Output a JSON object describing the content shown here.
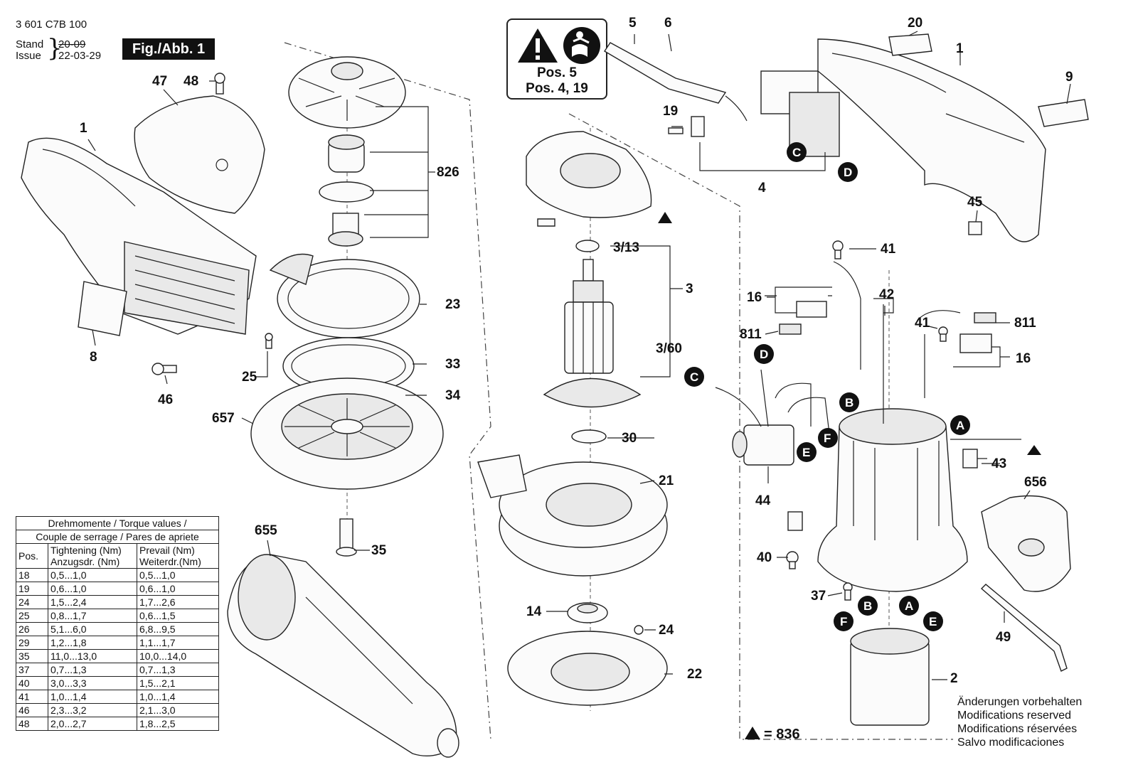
{
  "header": {
    "part_number": "3 601 C7B 100",
    "stand_label": "Stand",
    "issue_label": "Issue",
    "stand_date": "20-09",
    "issue_date": "22-03-29",
    "figure_label": "Fig./Abb. 1"
  },
  "warning_box": {
    "line1": "Pos. 5",
    "line2": "Pos. 4, 19",
    "icons": [
      "warning-triangle-icon",
      "read-manual-icon"
    ]
  },
  "callouts": {
    "p1a": "1",
    "p1b": "1",
    "p2": "2",
    "p3": "3",
    "p3_13": "3/13",
    "p3_60": "3/60",
    "p4": "4",
    "p5": "5",
    "p6": "6",
    "p8": "8",
    "p9": "9",
    "p14": "14",
    "p16a": "16",
    "p16b": "16",
    "p19": "19",
    "p20": "20",
    "p21": "21",
    "p22": "22",
    "p23": "23",
    "p24": "24",
    "p25": "25",
    "p30": "30",
    "p33": "33",
    "p34": "34",
    "p35": "35",
    "p37": "37",
    "p40": "40",
    "p41a": "41",
    "p41b": "41",
    "p42": "42",
    "p43": "43",
    "p44": "44",
    "p45": "45",
    "p46": "46",
    "p47": "47",
    "p48": "48",
    "p49": "49",
    "p655": "655",
    "p656": "656",
    "p657": "657",
    "p811a": "811",
    "p811b": "811",
    "p826": "826"
  },
  "connectors": {
    "c1": "C",
    "c2": "C",
    "d1": "D",
    "d2": "D",
    "b1": "B",
    "b2": "B",
    "a1": "A",
    "a2": "A",
    "e1": "E",
    "e2": "E",
    "f1": "F",
    "f2": "F"
  },
  "torque_table": {
    "title1": "Drehmomente / Torque values /",
    "title2": "Couple de serrage / Pares de apriete",
    "col_pos": "Pos.",
    "col_tight1": "Tightening (Nm)",
    "col_tight2": "Anzugsdr. (Nm)",
    "col_prev1": "Prevail (Nm)",
    "col_prev2": "Weiterdr.(Nm)",
    "rows": [
      {
        "pos": "18",
        "tight": "0,5...1,0",
        "prev": "0,5...1,0"
      },
      {
        "pos": "19",
        "tight": "0,6...1,0",
        "prev": "0,6...1,0"
      },
      {
        "pos": "24",
        "tight": "1,5...2,4",
        "prev": "1,7...2,6"
      },
      {
        "pos": "25",
        "tight": "0,8...1,7",
        "prev": "0,6...1,5"
      },
      {
        "pos": "26",
        "tight": "5,1...6,0",
        "prev": "6,8...9,5"
      },
      {
        "pos": "29",
        "tight": "1,2...1,8",
        "prev": "1,1...1,7"
      },
      {
        "pos": "35",
        "tight": "11,0...13,0",
        "prev": "10,0...14,0"
      },
      {
        "pos": "37",
        "tight": "0,7...1,3",
        "prev": "0,7...1,3"
      },
      {
        "pos": "40",
        "tight": "3,0...3,3",
        "prev": "1,5...2,1"
      },
      {
        "pos": "41",
        "tight": "1,0...1,4",
        "prev": "1,0...1,4"
      },
      {
        "pos": "46",
        "tight": "2,3...3,2",
        "prev": "2,1...3,0"
      },
      {
        "pos": "48",
        "tight": "2,0...2,7",
        "prev": "1,8...2,5"
      }
    ]
  },
  "notes": [
    "Änderungen vorbehalten",
    "Modifications reserved",
    "Modifications réservées",
    "Salvo modificaciones"
  ],
  "legend": {
    "symbol": "▲",
    "text": "= 836"
  }
}
